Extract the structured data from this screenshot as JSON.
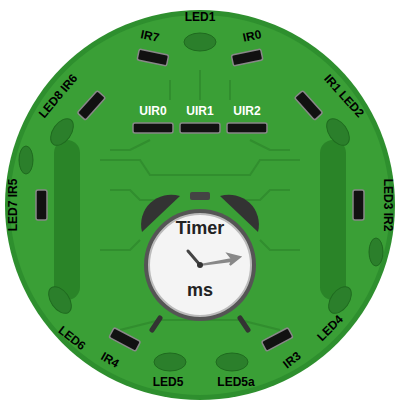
{
  "diagram": {
    "nodes": [
      {
        "text": [
          "Timer",
          "ms"
        ]
      }
    ],
    "labels": [
      "LED1",
      "IR7",
      "IR0",
      "LED8 IR6",
      "IR1 LED2",
      "UIR0",
      "UIR1",
      "UIR2",
      "LED7 IR5",
      "LED3 IR2",
      "LED6",
      "IR4",
      "LED5",
      "LED5a",
      "IR3",
      "LED4"
    ]
  }
}
